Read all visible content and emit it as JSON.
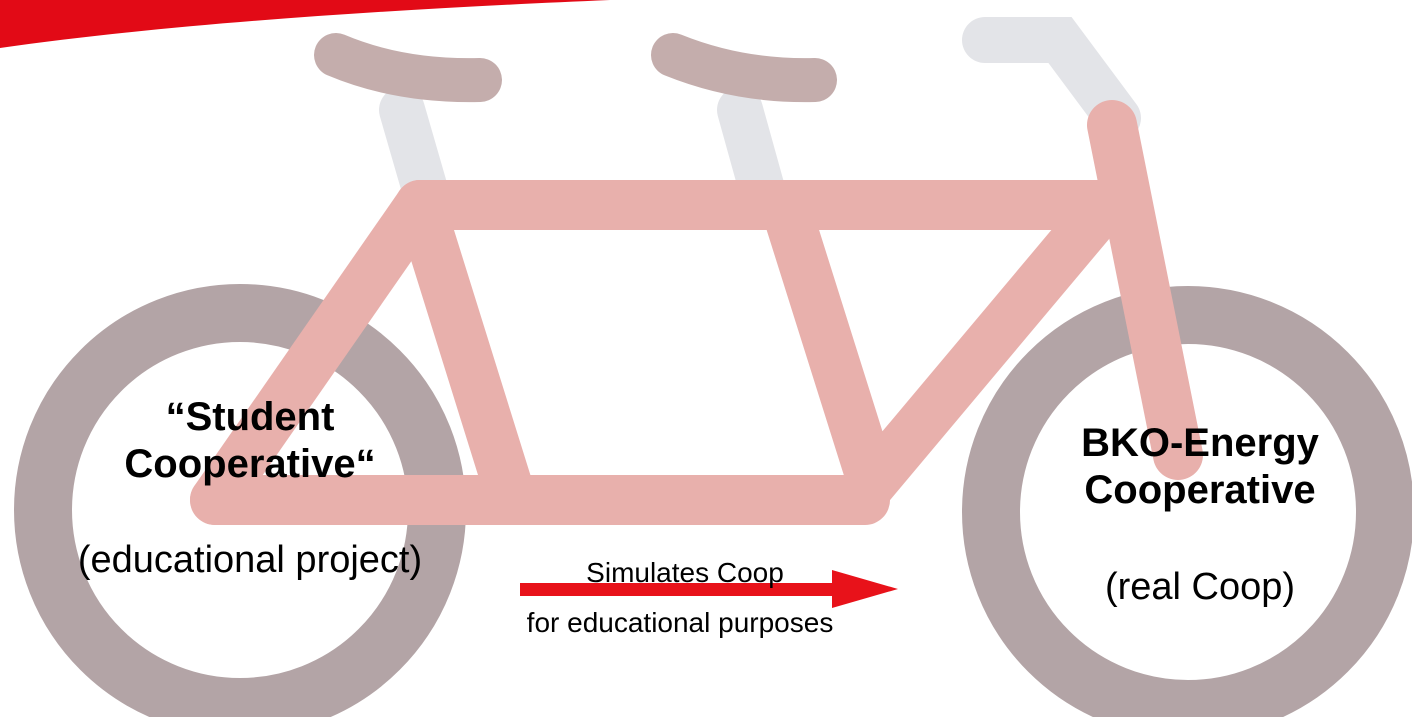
{
  "left_node": {
    "title": "“Student Cooperative“",
    "subtitle": "(educational project)"
  },
  "right_node": {
    "title": "BKO-Energy Cooperative",
    "subtitle": "(real Coop)"
  },
  "relation": {
    "line1": "Simulates Coop",
    "line2": "for educational purposes"
  },
  "icon": "tandem-bicycle-icon",
  "colors": {
    "frame": "#e8b0ac",
    "wheels": "#b3a4a6",
    "saddles": "#c4adac",
    "posts": "#e3e4e8",
    "arrow": "#e8121a",
    "corner_banner": "#e20a16"
  }
}
